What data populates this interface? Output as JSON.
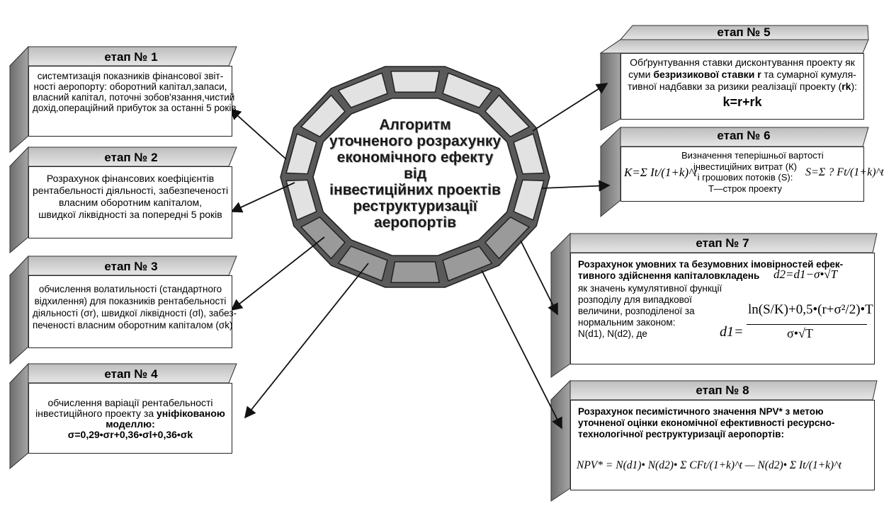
{
  "center": {
    "lines": [
      "Алгоритм",
      "уточненого розрахунку",
      "економічного ефекту від",
      "інвестиційних проектів",
      "реструктуризації",
      "аеропортів"
    ]
  },
  "stages": {
    "s1": {
      "title": "етап № 1",
      "lines": [
        "системтизація  показників фінансової звіт-",
        "ності аеропорту: оборотний капітал,запаси,",
        "власний капітал, поточні зобов'язання,чистий",
        "дохід,операційний прибуток  за останні 5 років"
      ]
    },
    "s2": {
      "title": "етап № 2",
      "lines": [
        "Розрахунок фінансових коефіцієнтів",
        "рентабельності діяльності, забезпеченості",
        "власним оборотним капіталом,",
        "швидкої ліквідності за попередні 5 років"
      ]
    },
    "s3": {
      "title": "етап № 3",
      "lines": [
        "обчислення волатильності (стандартного",
        "відхилення) для показників рентабельності",
        "діяльності (σr), швидкої ліквідності (σl), забез-",
        "печеності власним оборотним капіталом (σk)"
      ]
    },
    "s4": {
      "title": "етап № 4",
      "line1": "обчислення варіації рентабельності",
      "line2a": "інвестиційного проекту за ",
      "line2b": "уніфікованою",
      "line3": "моделлю:",
      "formula": "σ=0,29•σr+0,36•σl+0,36•σk"
    },
    "s5": {
      "title": "етап № 5",
      "line1": "Обґрунтування ставки дисконтування проекту як",
      "line2a": "суми ",
      "line2b": "безризикової ставки r",
      "line2c": " та сумарної кумуля-",
      "line3a": "тивної надбавки за ризики реалізації проекту (",
      "line3b": "rk",
      "line3c": "):",
      "formula": "k=r+rk"
    },
    "s6": {
      "title": "етап № 6",
      "lines": [
        "Визначення теперішньої вартості",
        "інвестиційних витрат (К)",
        "і грошових потоків (S):",
        "Т—строк проекту"
      ],
      "formula_k": "K=Σ It/(1+k)^t",
      "formula_s": "S=Σ ? Ft/(1+k)^t"
    },
    "s7": {
      "title": "етап № 7",
      "line1": "Розрахунок умовних та безумовних імовірностей ефек-",
      "line2": "тивного здійснення капіталовкладень",
      "lines": [
        "як значень кумулятивної функції",
        "розподілу для випадкової",
        "величини, розподіленої за",
        "нормальним законом:",
        "N(d1), N(d2), де"
      ],
      "formula_d2": "d2=d1−σ•√T",
      "formula_d1_num": "ln(S/K)+0,5•(r+σ²/2)•T",
      "formula_d1_den": "σ•√T",
      "formula_d1_lhs": "d1="
    },
    "s8": {
      "title": "етап № 8",
      "lines": [
        "Розрахунок песимістичного значення NPV* з метою",
        "уточненої оцінки економічної ефективності ресурсно-",
        "технологічної реструктуризації аеропортів:"
      ],
      "formula": "NPV* = N(d1)• N(d2)• Σ CFt/(1+k)^t — N(d2)• Σ It/(1+k)^t"
    }
  },
  "colors": {
    "ring_dark": "#5a5a5a",
    "ring_light": "#e2e2e2",
    "ring_mid": "#9a9a9a",
    "box_top": "#d8d8d8",
    "box_side": "#8c8c8c"
  }
}
